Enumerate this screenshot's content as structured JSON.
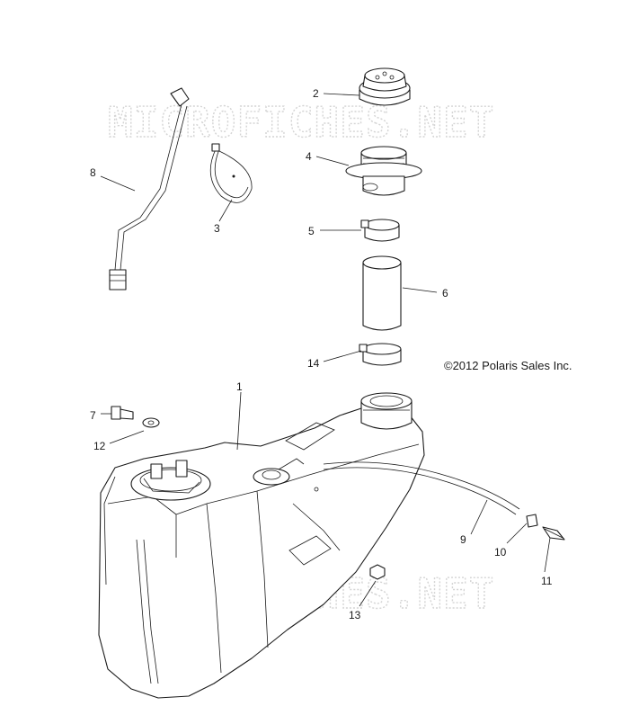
{
  "diagram": {
    "watermark": "MICROFICHES.NET",
    "copyright": "©2012 Polaris Sales Inc.",
    "callouts": {
      "c1": "1",
      "c2": "2",
      "c3": "3",
      "c4": "4",
      "c5": "5",
      "c6": "6",
      "c7": "7",
      "c8": "8",
      "c9": "9",
      "c10": "10",
      "c11": "11",
      "c12": "12",
      "c13": "13",
      "c14": "14"
    }
  }
}
